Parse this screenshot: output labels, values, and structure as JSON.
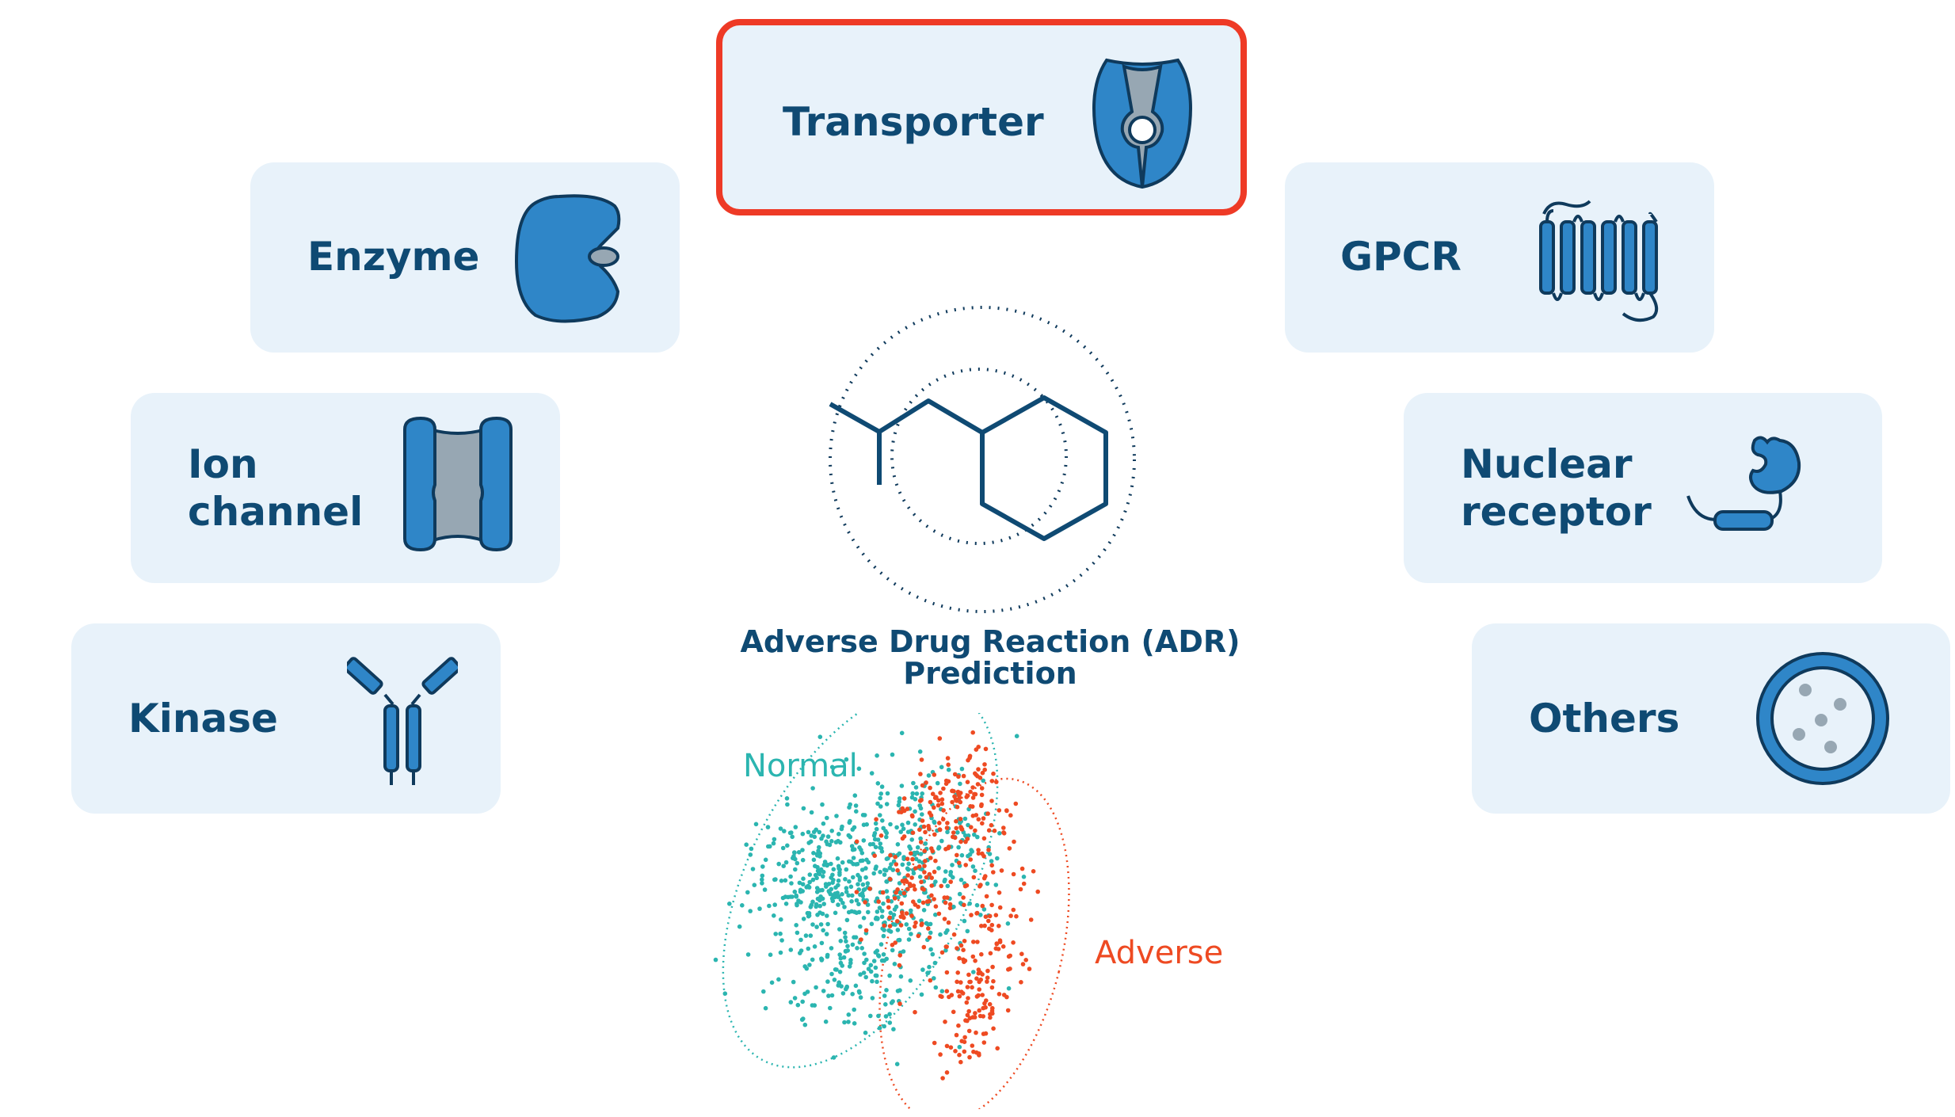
{
  "targets": {
    "transporter": "Transporter",
    "enzyme": "Enzyme",
    "gpcr": "GPCR",
    "ion_channel_line1": "Ion",
    "ion_channel_line2": "channel",
    "nuclear_receptor_line1": "Nuclear",
    "nuclear_receptor_line2": "receptor",
    "kinase": "Kinase",
    "others": "Others"
  },
  "center": {
    "title_line1": "Adverse Drug Reaction (ADR)",
    "title_line2": "Prediction"
  },
  "scatter": {
    "normal_label": "Normal",
    "adverse_label": "Adverse"
  },
  "colors": {
    "card_bg": "#e8f2fa",
    "highlight_border": "#ee3a26",
    "text_navy": "#0f4a73",
    "icon_blue": "#2f86c8",
    "icon_gray": "#97a7b3",
    "normal_teal": "#2bb5b0",
    "adverse_red": "#ee4a22"
  }
}
